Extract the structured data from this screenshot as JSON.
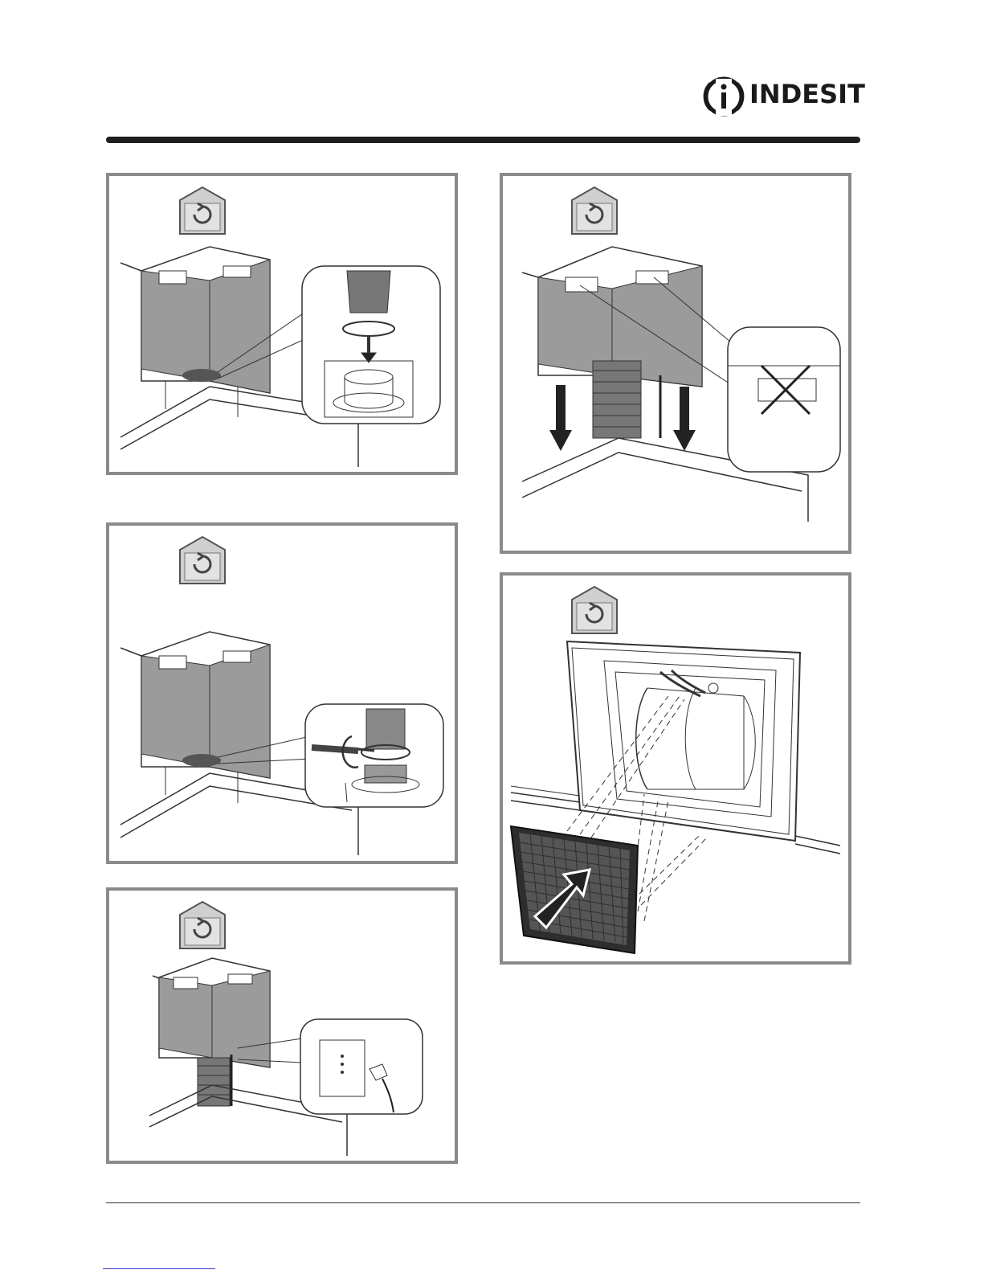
{
  "brand": {
    "name": "INDESIT"
  },
  "figures": [
    {
      "id": "fig-clamp-duct",
      "icon": "recirculation-icon"
    },
    {
      "id": "fig-tighten-clamp",
      "icon": "recirculation-icon"
    },
    {
      "id": "fig-connect-plug",
      "icon": "recirculation-icon"
    },
    {
      "id": "fig-lower-chimney",
      "icon": "recirculation-icon"
    },
    {
      "id": "fig-insert-filter",
      "icon": "recirculation-icon"
    }
  ],
  "colors": {
    "rule": "#1f1f1f",
    "panel_border": "#8a8a8a",
    "chimney": "#9b9b9b"
  }
}
